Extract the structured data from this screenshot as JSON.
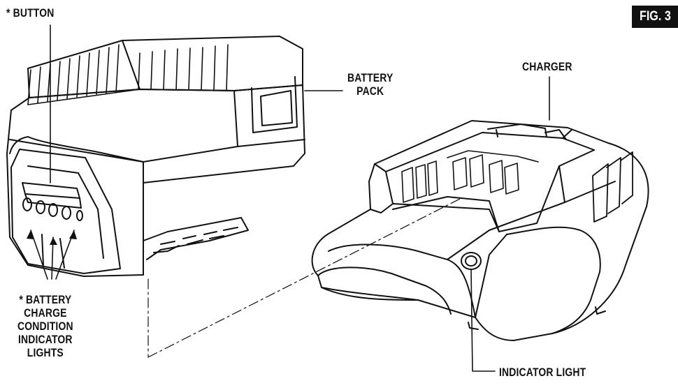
{
  "figure_tag": "FIG. 3",
  "labels": {
    "button": "* BUTTON",
    "battery_pack": [
      "BATTERY",
      "PACK"
    ],
    "charger": "CHARGER",
    "indicator_lights": [
      "* BATTERY",
      "CHARGE",
      "CONDITION",
      "INDICATOR",
      "LIGHTS"
    ],
    "indicator_light": "INDICATOR LIGHT"
  }
}
